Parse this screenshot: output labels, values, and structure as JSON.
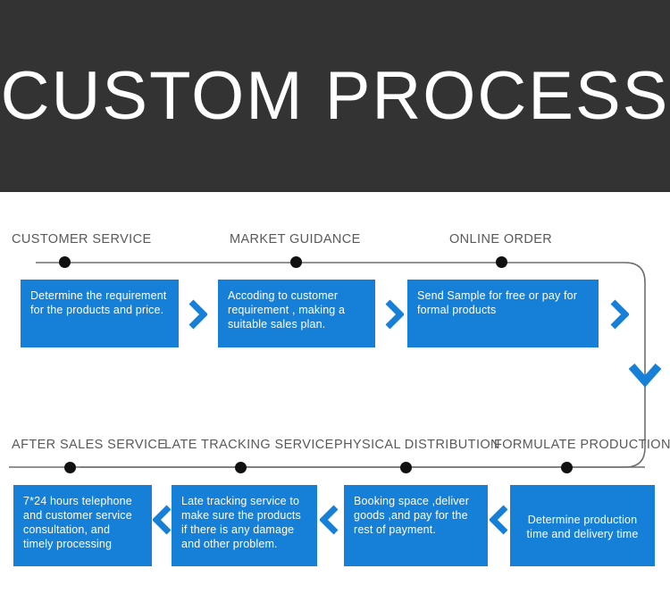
{
  "header": {
    "title": "CUSTOM PROCESS",
    "background_color": "#333333",
    "text_color": "#ffffff"
  },
  "theme": {
    "accent_blue": "#1680d8",
    "label_gray": "#58595b",
    "dot_black": "#111111",
    "line_gray": "#6d6e70",
    "page_background": "#ffffff"
  },
  "flow": {
    "row1_direction": "left-to-right",
    "row2_direction": "right-to-left",
    "row1": {
      "stages": [
        {
          "label": "CUSTOMER SERVICE",
          "description": "Determine the requirement for the products and price."
        },
        {
          "label": "MARKET GUIDANCE",
          "description": "Accoding to customer requirement , making a suitable sales plan."
        },
        {
          "label": "ONLINE ORDER",
          "description": "Send Sample  for free or pay for formal products"
        }
      ]
    },
    "row2": {
      "stages": [
        {
          "label": "AFTER SALES SERVICE",
          "description": "7*24 hours telephone and customer service consultation, and timely processing"
        },
        {
          "label": "LATE TRACKING SERVICE",
          "description": "Late tracking service to make sure the products if there is any damage and other problem."
        },
        {
          "label": "PHYSICAL DISTRIBUTION",
          "description": "Booking space ,deliver goods ,and pay for the rest of payment."
        },
        {
          "label": "FORMULATE PRODUCTION",
          "description": "Determine production time and delivery time"
        }
      ]
    },
    "icons": {
      "chevron_right": "chevron-right-icon",
      "chevron_left": "chevron-left-icon",
      "arrow_down": "arrow-down-icon",
      "timeline_dot": "timeline-dot-icon"
    }
  }
}
